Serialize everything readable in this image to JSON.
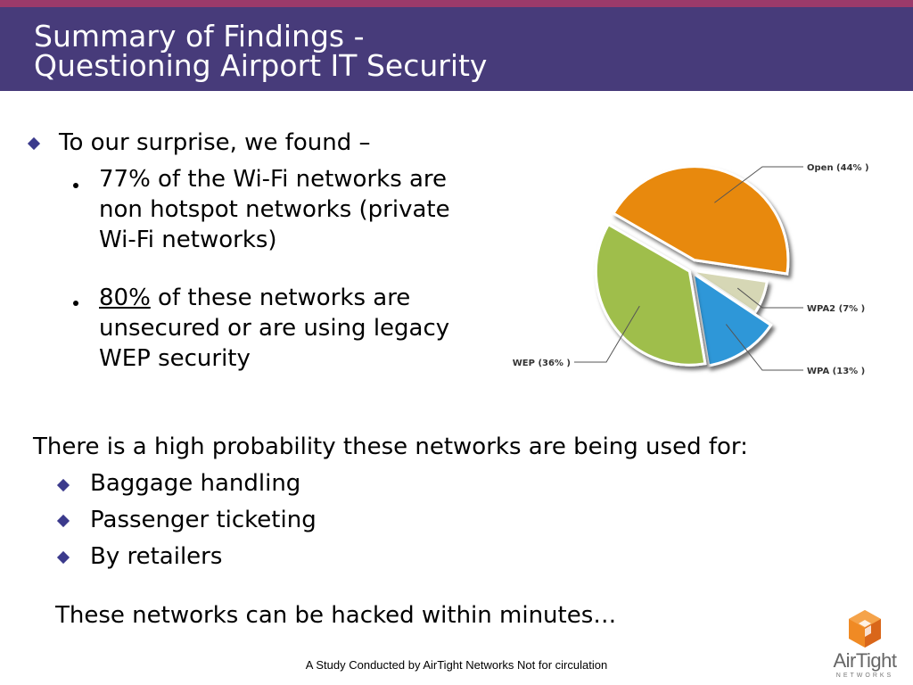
{
  "slide": {
    "title_line1": "Summary of Findings -",
    "title_line2": "Questioning Airport IT Security"
  },
  "findings": {
    "intro": "To our surprise, we found –",
    "bullet1": [
      "77% of the Wi-Fi networks are",
      "non hotspot networks (private",
      "Wi-Fi networks)"
    ],
    "bullet2_pct": "80%",
    "bullet2_rest": " of these networks are",
    "bullet2_lines": [
      "unsecured or are using legacy",
      "WEP security"
    ]
  },
  "uses": {
    "heading": "There is a high probability these networks are being used for:",
    "items": [
      "Baggage handling",
      "Passenger ticketing",
      "By retailers"
    ]
  },
  "closing": "These networks can be hacked within minutes…",
  "footer": "A Study Conducted by AirTight Networks  Not for circulation",
  "logo": {
    "name": "AirTight",
    "sub": "NETWORKS"
  },
  "chart_data": {
    "type": "pie",
    "slices": [
      {
        "label": "Open (44% )",
        "value": 44,
        "color": "#e8890a"
      },
      {
        "label": "WPA2 (7% )",
        "value": 7,
        "color": "#d6d7b5"
      },
      {
        "label": "WPA (13% )",
        "value": 13,
        "color": "#2f97d8"
      },
      {
        "label": "WEP (36% )",
        "value": 36,
        "color": "#9fbe4c"
      }
    ]
  }
}
